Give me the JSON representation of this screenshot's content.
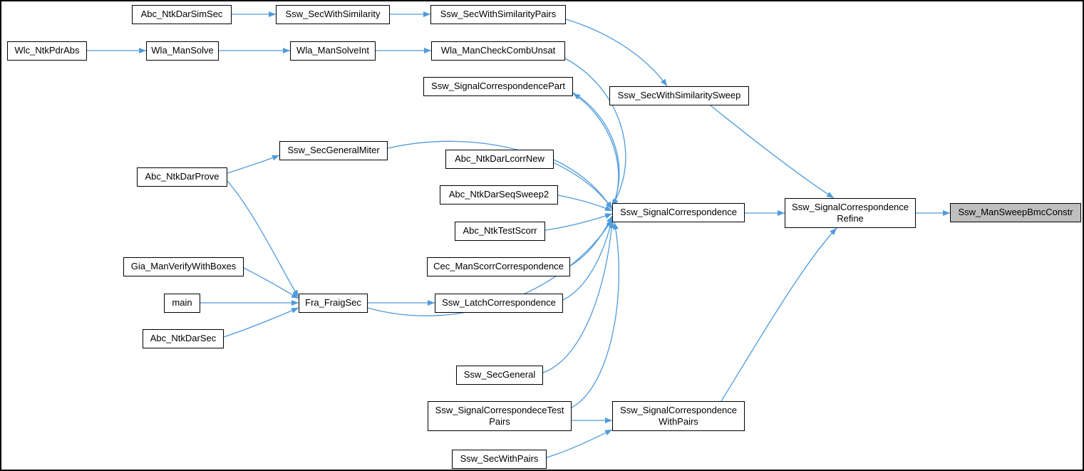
{
  "diagram": {
    "type": "call-graph",
    "edge_color": "#4f9bdc",
    "highlight_fill": "#bfbfbf",
    "nodes": [
      {
        "id": "Abc_NtkDarSimSec",
        "label": "Abc_NtkDarSimSec"
      },
      {
        "id": "Ssw_SecWithSimilarity",
        "label": "Ssw_SecWithSimilarity"
      },
      {
        "id": "Ssw_SecWithSimilarityPairs",
        "label": "Ssw_SecWithSimilarityPairs"
      },
      {
        "id": "Wlc_NtkPdrAbs",
        "label": "Wlc_NtkPdrAbs"
      },
      {
        "id": "Wla_ManSolve",
        "label": "Wla_ManSolve"
      },
      {
        "id": "Wla_ManSolveInt",
        "label": "Wla_ManSolveInt"
      },
      {
        "id": "Wla_ManCheckCombUnsat",
        "label": "Wla_ManCheckCombUnsat"
      },
      {
        "id": "Ssw_SignalCorrespondencePart",
        "label": "Ssw_SignalCorrespondencePart"
      },
      {
        "id": "Ssw_SecWithSimilaritySweep",
        "label": "Ssw_SecWithSimilaritySweep"
      },
      {
        "id": "Ssw_SecGeneralMiter",
        "label": "Ssw_SecGeneralMiter"
      },
      {
        "id": "Abc_NtkDarLcorrNew",
        "label": "Abc_NtkDarLcorrNew"
      },
      {
        "id": "Abc_NtkDarProve",
        "label": "Abc_NtkDarProve"
      },
      {
        "id": "Abc_NtkDarSeqSweep2",
        "label": "Abc_NtkDarSeqSweep2"
      },
      {
        "id": "Ssw_SignalCorrespondence",
        "label": "Ssw_SignalCorrespondence"
      },
      {
        "id": "Ssw_SignalCorrespondenceRefine",
        "label": "Ssw_SignalCorrespondence\nRefine"
      },
      {
        "id": "Ssw_ManSweepBmcConstr",
        "label": "Ssw_ManSweepBmcConstr",
        "highlighted": true
      },
      {
        "id": "Abc_NtkTestScorr",
        "label": "Abc_NtkTestScorr"
      },
      {
        "id": "Cec_ManScorrCorrespondence",
        "label": "Cec_ManScorrCorrespondence"
      },
      {
        "id": "Gia_ManVerifyWithBoxes",
        "label": "Gia_ManVerifyWithBoxes"
      },
      {
        "id": "main",
        "label": "main"
      },
      {
        "id": "Fra_FraigSec",
        "label": "Fra_FraigSec"
      },
      {
        "id": "Ssw_LatchCorrespondence",
        "label": "Ssw_LatchCorrespondence"
      },
      {
        "id": "Abc_NtkDarSec",
        "label": "Abc_NtkDarSec"
      },
      {
        "id": "Ssw_SecGeneral",
        "label": "Ssw_SecGeneral"
      },
      {
        "id": "Ssw_SignalCorrespondeceTestPairs",
        "label": "Ssw_SignalCorrespondeceTest\nPairs"
      },
      {
        "id": "Ssw_SignalCorrespondenceWithPairs",
        "label": "Ssw_SignalCorrespondence\nWithPairs"
      },
      {
        "id": "Ssw_SecWithPairs",
        "label": "Ssw_SecWithPairs"
      }
    ],
    "edges": [
      {
        "from": "Abc_NtkDarSimSec",
        "to": "Ssw_SecWithSimilarity"
      },
      {
        "from": "Ssw_SecWithSimilarity",
        "to": "Ssw_SecWithSimilarityPairs"
      },
      {
        "from": "Ssw_SecWithSimilarityPairs",
        "to": "Ssw_SecWithSimilaritySweep"
      },
      {
        "from": "Ssw_SecWithSimilaritySweep",
        "to": "Ssw_SignalCorrespondenceRefine"
      },
      {
        "from": "Wlc_NtkPdrAbs",
        "to": "Wla_ManSolve"
      },
      {
        "from": "Wla_ManSolve",
        "to": "Wla_ManSolveInt"
      },
      {
        "from": "Wla_ManSolveInt",
        "to": "Wla_ManCheckCombUnsat"
      },
      {
        "from": "Wla_ManCheckCombUnsat",
        "to": "Ssw_SignalCorrespondence"
      },
      {
        "from": "Ssw_SignalCorrespondencePart",
        "to": "Ssw_SignalCorrespondence"
      },
      {
        "from": "Ssw_SignalCorrespondence",
        "to": "Ssw_SignalCorrespondencePart"
      },
      {
        "from": "Ssw_SecGeneralMiter",
        "to": "Ssw_SignalCorrespondence"
      },
      {
        "from": "Abc_NtkDarProve",
        "to": "Ssw_SecGeneralMiter"
      },
      {
        "from": "Abc_NtkDarProve",
        "to": "Fra_FraigSec"
      },
      {
        "from": "Abc_NtkDarLcorrNew",
        "to": "Ssw_SignalCorrespondence"
      },
      {
        "from": "Abc_NtkDarSeqSweep2",
        "to": "Ssw_SignalCorrespondence"
      },
      {
        "from": "Abc_NtkTestScorr",
        "to": "Ssw_SignalCorrespondence"
      },
      {
        "from": "Cec_ManScorrCorrespondence",
        "to": "Ssw_SignalCorrespondence"
      },
      {
        "from": "Gia_ManVerifyWithBoxes",
        "to": "Fra_FraigSec"
      },
      {
        "from": "main",
        "to": "Fra_FraigSec"
      },
      {
        "from": "Abc_NtkDarSec",
        "to": "Fra_FraigSec"
      },
      {
        "from": "Fra_FraigSec",
        "to": "Ssw_LatchCorrespondence"
      },
      {
        "from": "Fra_FraigSec",
        "to": "Ssw_SignalCorrespondence"
      },
      {
        "from": "Ssw_LatchCorrespondence",
        "to": "Ssw_SignalCorrespondence"
      },
      {
        "from": "Ssw_SecGeneral",
        "to": "Ssw_SignalCorrespondence"
      },
      {
        "from": "Ssw_SignalCorrespondeceTestPairs",
        "to": "Ssw_SignalCorrespondence"
      },
      {
        "from": "Ssw_SignalCorrespondeceTestPairs",
        "to": "Ssw_SignalCorrespondenceWithPairs"
      },
      {
        "from": "Ssw_SecWithPairs",
        "to": "Ssw_SignalCorrespondenceWithPairs"
      },
      {
        "from": "Ssw_SignalCorrespondenceWithPairs",
        "to": "Ssw_SignalCorrespondenceRefine"
      },
      {
        "from": "Ssw_SignalCorrespondence",
        "to": "Ssw_SignalCorrespondenceRefine"
      },
      {
        "from": "Ssw_SignalCorrespondenceRefine",
        "to": "Ssw_ManSweepBmcConstr"
      }
    ]
  }
}
